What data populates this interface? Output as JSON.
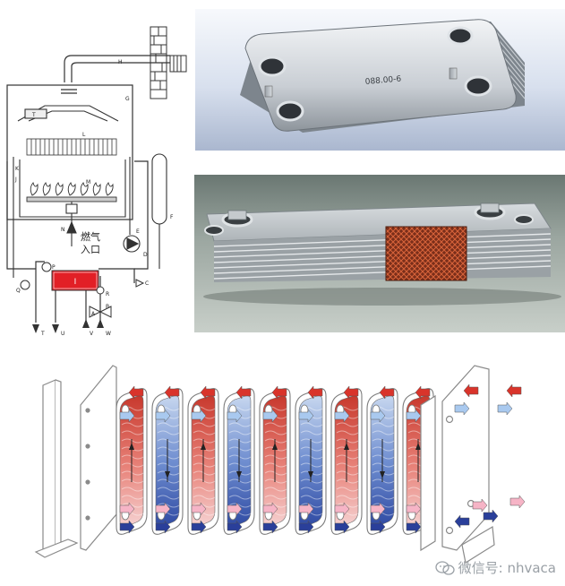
{
  "schematic": {
    "labels": {
      "gas_inlet_line1": "燃气",
      "gas_inlet_line2": "入口",
      "exchanger_mark": "I",
      "H": "H",
      "G": "G",
      "T": "T",
      "L": "L",
      "K": "K",
      "J": "J",
      "M": "M",
      "N": "N",
      "E": "E",
      "F": "F",
      "D": "D",
      "C": "C",
      "Q": "Q",
      "P": "P",
      "R": "R",
      "A": "A",
      "B": "B",
      "out_1": "T",
      "out_2": "U",
      "in_1": "V",
      "in_2": "W"
    }
  },
  "photo_top": {
    "serial": "088.00-6"
  },
  "watermark": {
    "text": "微信号: nhvaca"
  },
  "colors": {
    "hot": "#d9342b",
    "cold": "#2a3f9a",
    "hot_light": "#f6b4c6",
    "cold_light": "#a9c9ef"
  }
}
